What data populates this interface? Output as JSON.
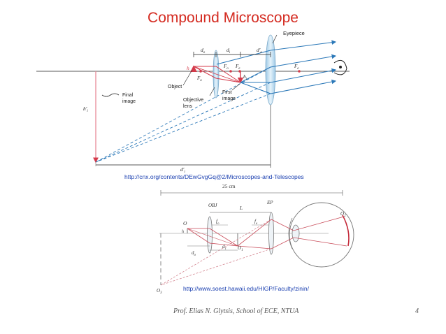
{
  "title": "Compound Microscope",
  "diagram1": {
    "labels": {
      "eyepiece": "Eyepiece",
      "d_o": "d",
      "d_o_sub": "o",
      "d_i": "d",
      "d_i_sub": "i",
      "d_o_prime": "d′",
      "d_o_prime_sub": "o",
      "F_o": "F",
      "F_o_sub": "o",
      "F_e": "F",
      "F_e_sub": "e",
      "F_o_left": "F",
      "F_o_left_sub": "o",
      "F_e_right": "F",
      "F_e_right_sub": "e",
      "h": "h",
      "h_i": "h",
      "h_i_sub": "i",
      "object": "Object",
      "final_image_1": "Final",
      "final_image_2": "image",
      "objective_1": "Objective",
      "objective_2": "lens",
      "first_image_1": "First",
      "first_image_2": "image",
      "h_i_prime": "h′",
      "h_i_prime_sub": "i",
      "d_i_prime": "d′",
      "d_i_prime_sub": "i"
    },
    "url": "http://cnx.org/contents/DEwGvgGq@2/Microscopes-and-Telescopes"
  },
  "diagram2": {
    "labels": {
      "dist": "25 cm",
      "obj": "OBJ",
      "ep": "EP",
      "L": "L",
      "O": "O",
      "h": "h",
      "f_o": "f",
      "f_o_sub": "o",
      "f_e": "f",
      "f_e_sub": "e",
      "d_1": "d",
      "d_1_sub": "1",
      "O_1": "O",
      "O_1_sub": "1",
      "d_o": "d",
      "d_o_sub": "o",
      "O_2": "O",
      "O_2_sub": "2",
      "O_3": "O",
      "O_3_sub": "3"
    },
    "url": "http://www.soest.hawaii.edu/HIGP/Faculty/zinin/"
  },
  "footer": "Prof. Elias N. Glytsis, School of ECE, NTUA",
  "page_number": "4"
}
